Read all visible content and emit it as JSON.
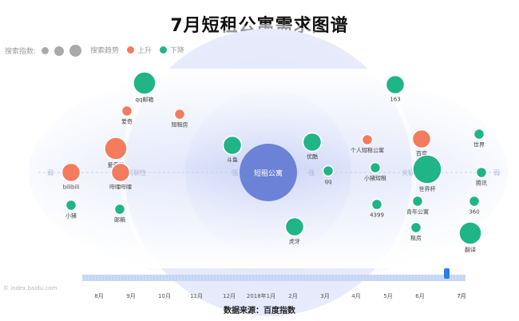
{
  "header": {
    "title": "7月短租公寓需求图谱"
  },
  "legend": {
    "size_label": "搜索指数:",
    "trend_label": "搜索趋势",
    "up_label": "上升",
    "down_label": "下降",
    "up_color": "#f47b5e",
    "down_color": "#1fb586",
    "size_color": "#a9a9a9"
  },
  "center": {
    "label": "短租公寓",
    "color": "#6b82d6"
  },
  "rings": {
    "labels": [
      "弱",
      "关联性",
      "强",
      "强",
      "关联性",
      "弱"
    ]
  },
  "chart_data": {
    "type": "bubble",
    "title": "7月短租公寓需求图谱",
    "center": "短租公寓",
    "legend": [
      "上升",
      "下降"
    ],
    "nodes": [
      {
        "label": "qq邮箱",
        "trend": "下降",
        "size": 3
      },
      {
        "label": "爱奇",
        "trend": "上升",
        "size": 1
      },
      {
        "label": "短租房",
        "trend": "上升",
        "size": 1
      },
      {
        "label": "爱奇艺",
        "trend": "上升",
        "size": 3
      },
      {
        "label": "哔哩哔哩",
        "trend": "上升",
        "size": 2
      },
      {
        "label": "bilibili",
        "trend": "上升",
        "size": 2
      },
      {
        "label": "小猪",
        "trend": "下降",
        "size": 1
      },
      {
        "label": "邮箱",
        "trend": "下降",
        "size": 1
      },
      {
        "label": "斗鱼",
        "trend": "下降",
        "size": 2
      },
      {
        "label": "优酷",
        "trend": "下降",
        "size": 2
      },
      {
        "label": "qq",
        "trend": "下降",
        "size": 1
      },
      {
        "label": "虎牙",
        "trend": "下降",
        "size": 2
      },
      {
        "label": "个人短租公寓",
        "trend": "上升",
        "size": 1
      },
      {
        "label": "小猪短租",
        "trend": "下降",
        "size": 1
      },
      {
        "label": "4399",
        "trend": "下降",
        "size": 1
      },
      {
        "label": "163",
        "trend": "下降",
        "size": 2
      },
      {
        "label": "百度",
        "trend": "上升",
        "size": 2
      },
      {
        "label": "世界杯",
        "trend": "下降",
        "size": 4
      },
      {
        "label": "青年公寓",
        "trend": "下降",
        "size": 1
      },
      {
        "label": "租房",
        "trend": "下降",
        "size": 1
      },
      {
        "label": "世界",
        "trend": "下降",
        "size": 1
      },
      {
        "label": "腾讯",
        "trend": "下降",
        "size": 1
      },
      {
        "label": "360",
        "trend": "下降",
        "size": 1
      },
      {
        "label": "翻译",
        "trend": "下降",
        "size": 3
      }
    ],
    "timeline": {
      "ticks": [
        "8月",
        "9月",
        "10月",
        "11月",
        "12月",
        "2018年1月",
        "2月",
        "3月",
        "4月",
        "5月",
        "6月",
        "7月"
      ],
      "selected": "7月"
    }
  },
  "footer": {
    "source": "数据来源：百度指数",
    "watermark": "© index.baidu.com"
  }
}
